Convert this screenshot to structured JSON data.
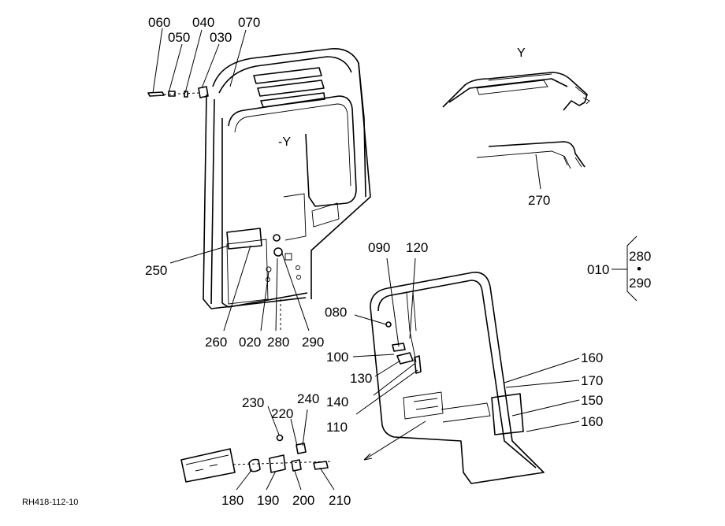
{
  "diagram_code": "RH418-112-10",
  "view_marker": "Y",
  "view_arrow": "-Y",
  "labels": {
    "p060": "060",
    "p050": "050",
    "p040": "040",
    "p030": "030",
    "p070": "070",
    "p250": "250",
    "p260": "260",
    "p020": "020",
    "p280": "280",
    "p290": "290",
    "p270": "270",
    "p090": "090",
    "p120": "120",
    "p080": "080",
    "p100": "100",
    "p130": "130",
    "p140": "140",
    "p110": "110",
    "p160a": "160",
    "p170": "170",
    "p150": "150",
    "p160b": "160",
    "p230": "230",
    "p220": "220",
    "p240": "240",
    "p180": "180",
    "p190": "190",
    "p200": "200",
    "p210": "210"
  },
  "assembly": {
    "parent": "010",
    "children": [
      "280",
      "290"
    ],
    "separator": "•"
  }
}
